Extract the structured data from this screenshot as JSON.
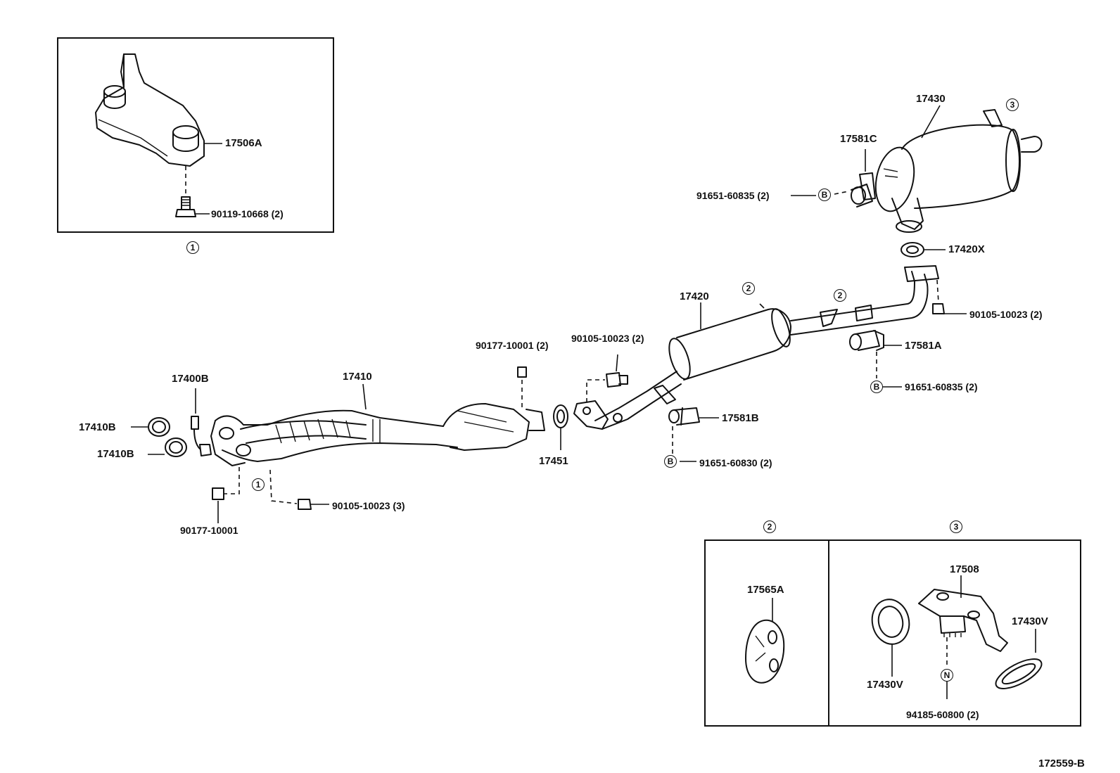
{
  "diagram_id": "172559-B",
  "parts": {
    "p17506A": "17506A",
    "p90119": "90119-10668 (2)",
    "p17430": "17430",
    "p17581C": "17581C",
    "p91651_top": "91651-60835 (2)",
    "p17420X": "17420X",
    "p17420": "17420",
    "p90105_right": "90105-10023 (2)",
    "p17581A": "17581A",
    "p91651_right": "91651-60835 (2)",
    "p90177_mid": "90177-10001 (2)",
    "p90105_mid": "90105-10023 (2)",
    "p17400B": "17400B",
    "p17410": "17410",
    "p17410B_a": "17410B",
    "p17410B_b": "17410B",
    "p17451": "17451",
    "p17581B": "17581B",
    "p91651_mid": "91651-60830 (2)",
    "p90105_low": "90105-10023 (3)",
    "p90177_low": "90177-10001",
    "p17565A": "17565A",
    "p17508": "17508",
    "p17430V_a": "17430V",
    "p17430V_b": "17430V",
    "p94185": "94185-60800 (2)"
  },
  "callouts": {
    "c1": "1",
    "c2": "2",
    "c3": "3",
    "cB": "B",
    "cN": "N"
  }
}
